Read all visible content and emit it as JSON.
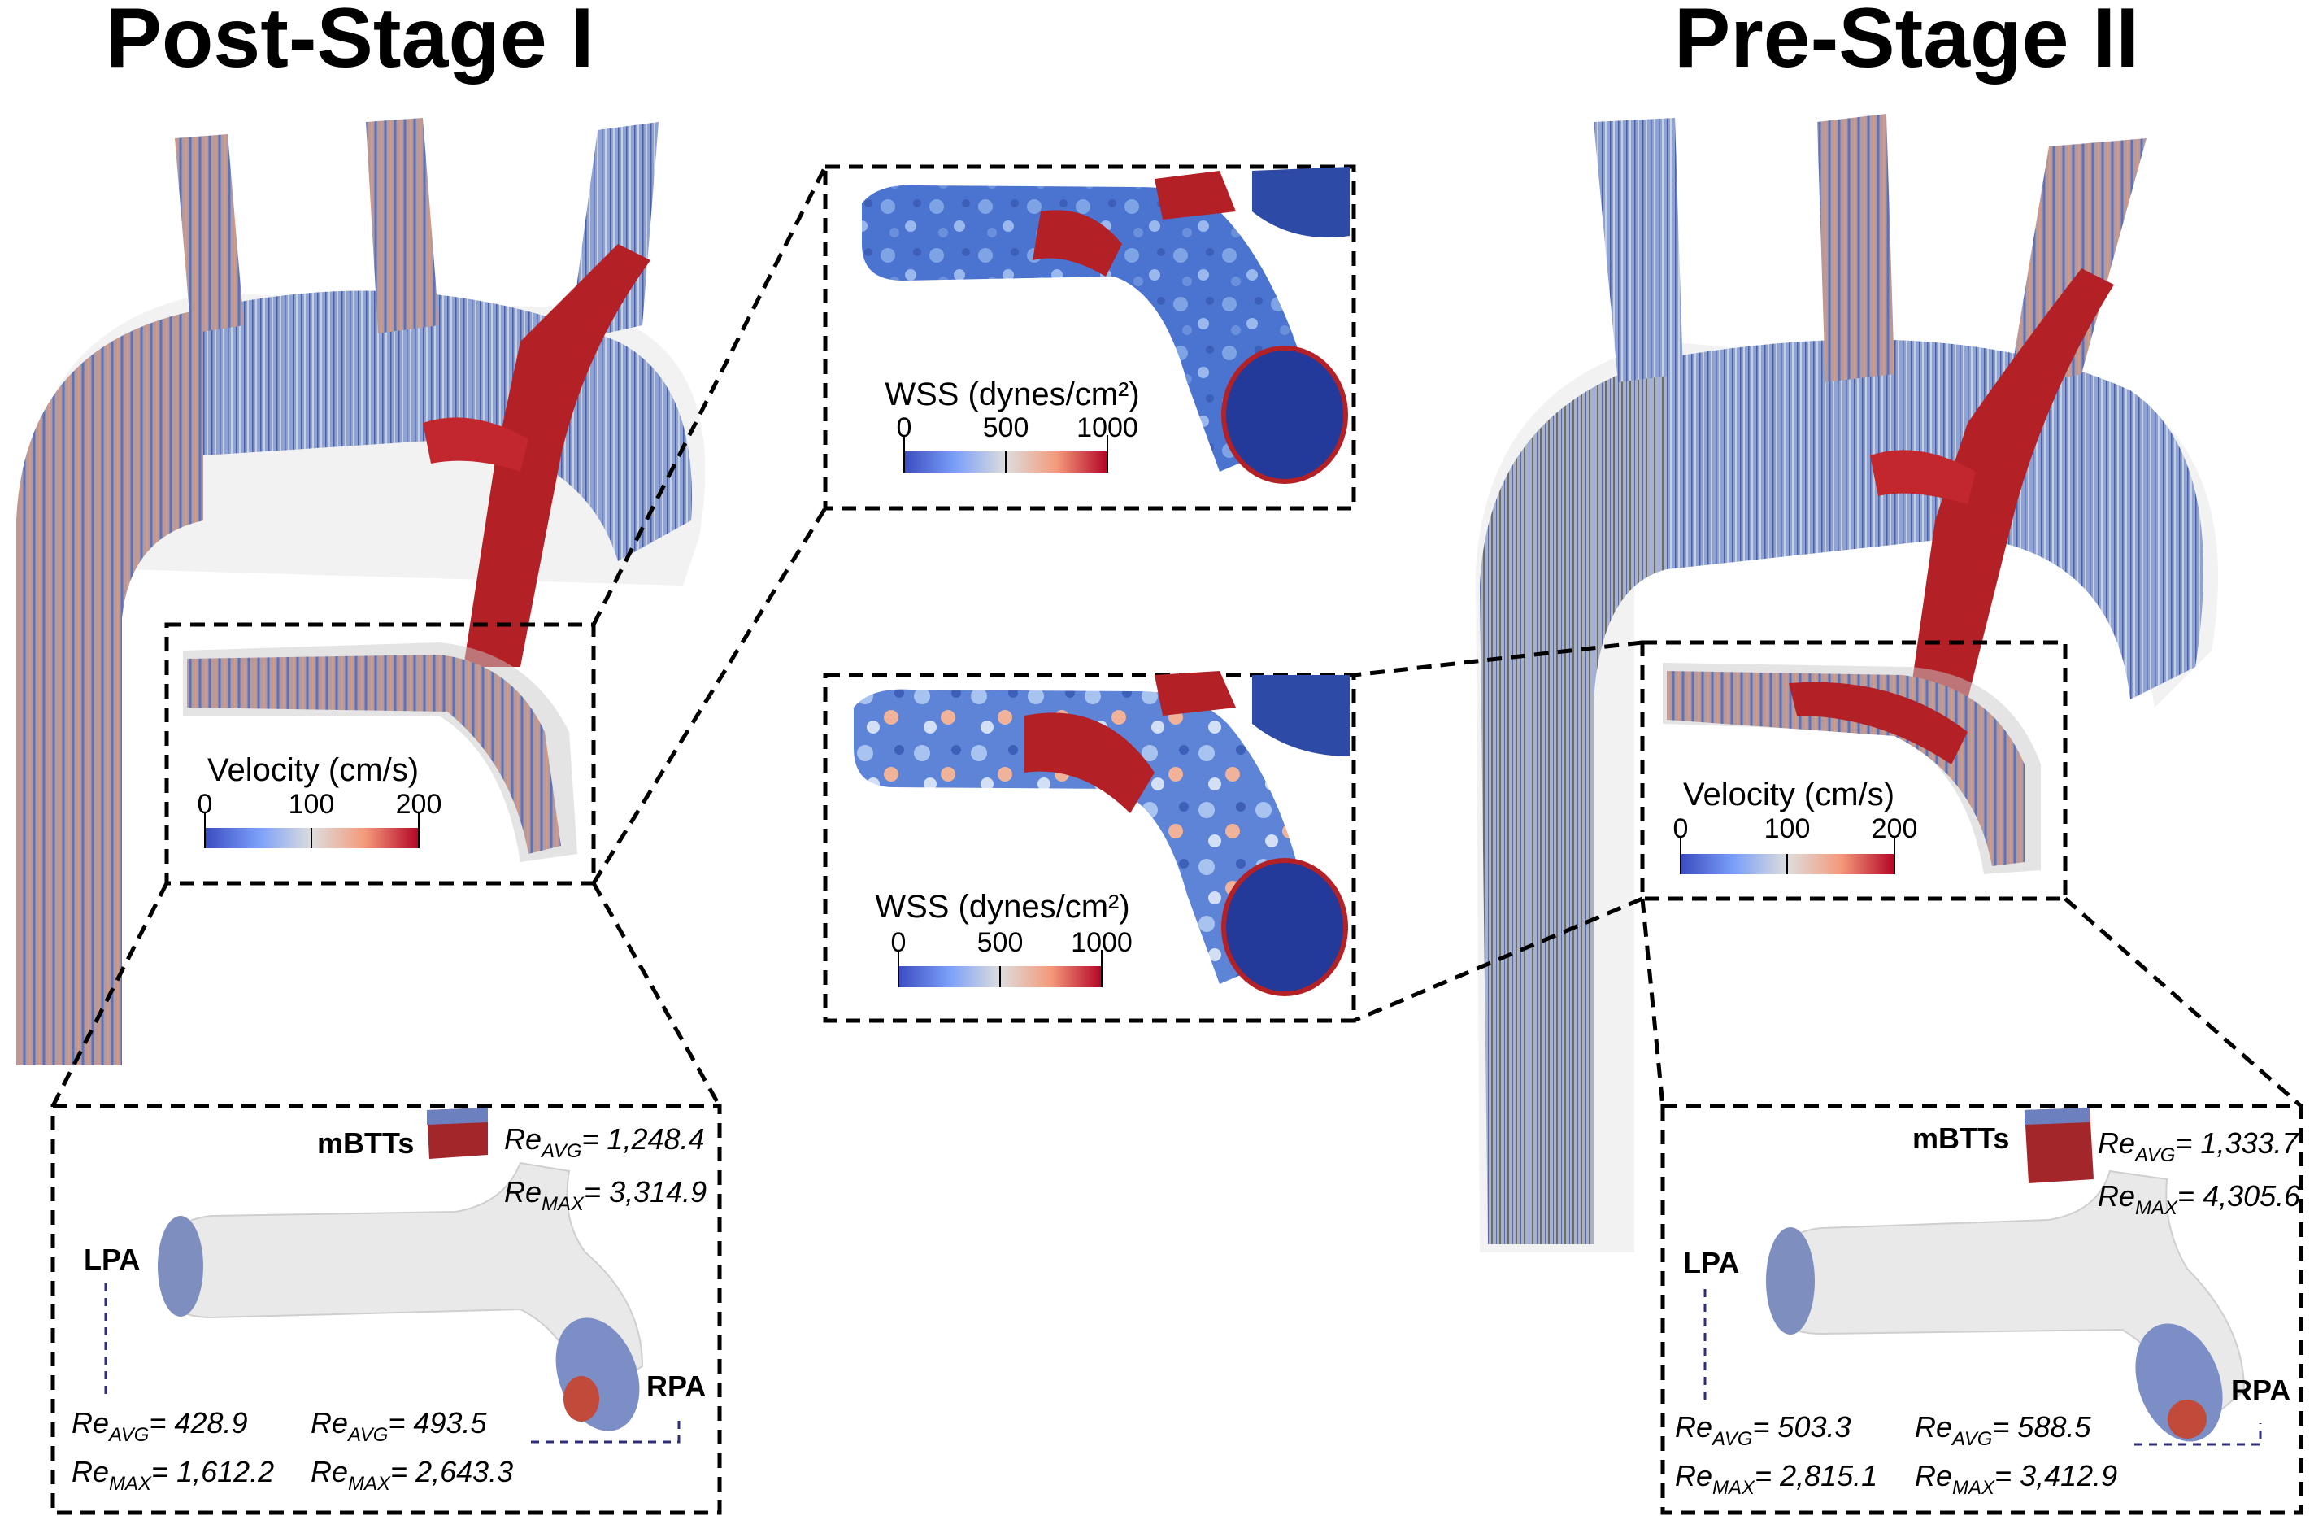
{
  "left": {
    "title": "Post-Stage I",
    "velocity": {
      "label": "Velocity (cm/s)",
      "ticks": [
        "0",
        "100",
        "200"
      ]
    },
    "wss": {
      "label": "WSS (dynes/cm²)",
      "ticks": [
        "0",
        "500",
        "1000"
      ]
    },
    "mbtts": {
      "name": "mBTTs",
      "re_avg": "= 1,248.4",
      "re_max": "= 3,314.9"
    },
    "lpa": {
      "name": "LPA",
      "re_avg": "= 428.9",
      "re_max": "= 1,612.2"
    },
    "rpa": {
      "name": "RPA",
      "re_avg": "= 493.5",
      "re_max": "= 2,643.3"
    }
  },
  "right": {
    "title": "Pre-Stage II",
    "velocity": {
      "label": "Velocity (cm/s)",
      "ticks": [
        "0",
        "100",
        "200"
      ]
    },
    "wss": {
      "label": "WSS (dynes/cm²)",
      "ticks": [
        "0",
        "500",
        "1000"
      ]
    },
    "mbtts": {
      "name": "mBTTs",
      "re_avg": "= 1,333.7",
      "re_max": "= 4,305.6"
    },
    "lpa": {
      "name": "LPA",
      "re_avg": "= 503.3",
      "re_max": "= 2,815.1"
    },
    "rpa": {
      "name": "RPA",
      "re_avg": "= 588.5",
      "re_max": "= 3,412.9"
    }
  },
  "re_symbol": "Re",
  "re_sub_avg": "AVG",
  "re_sub_max": "MAX",
  "colors": {
    "low": "#3b4cc0",
    "mid": "#dddddd",
    "high": "#b40426",
    "vessel_glass": "#e6e6e6",
    "vessel_surface": "#e9e9e9",
    "wss_base": "#4a74cf"
  }
}
